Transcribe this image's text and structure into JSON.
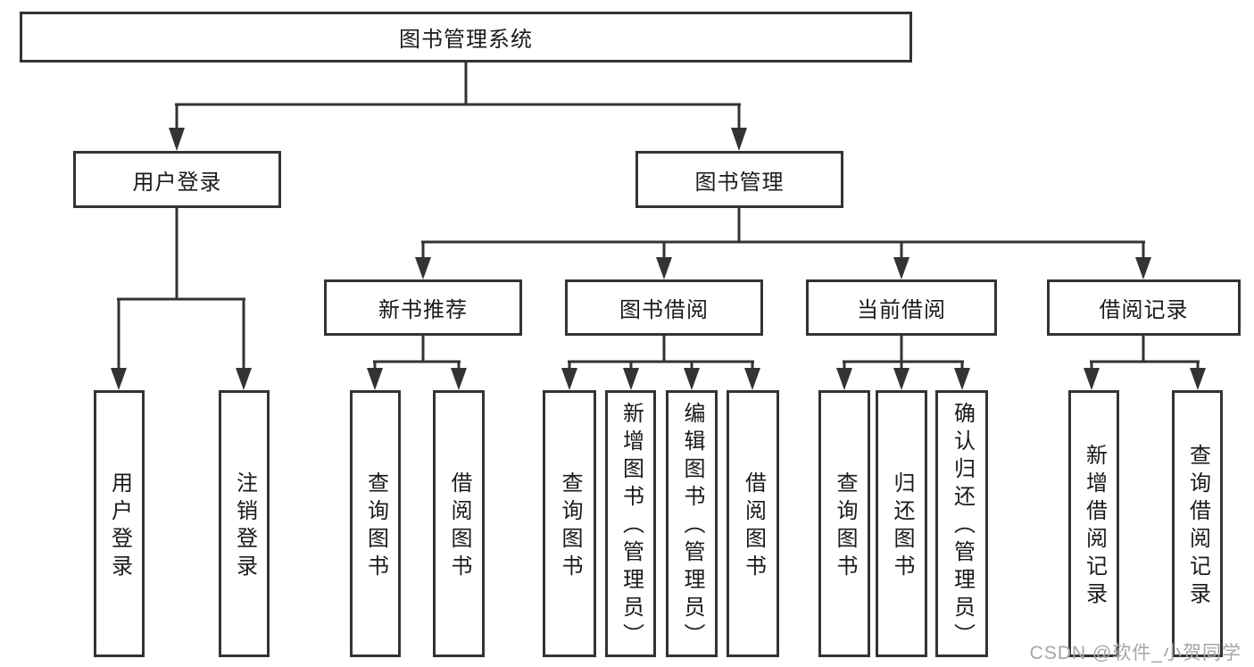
{
  "tree": {
    "root": {
      "label": "图书管理系统"
    },
    "branches": [
      {
        "label": "用户登录",
        "children": [
          {
            "label": "用户登录"
          },
          {
            "label": "注销登录"
          }
        ]
      },
      {
        "label": "图书管理",
        "groups": [
          {
            "label": "新书推荐",
            "children": [
              {
                "label": "查询图书"
              },
              {
                "label": "借阅图书"
              }
            ]
          },
          {
            "label": "图书借阅",
            "children": [
              {
                "label": "查询图书"
              },
              {
                "label": "新增图书（管理员）"
              },
              {
                "label": "编辑图书（管理员）"
              },
              {
                "label": "借阅图书"
              }
            ]
          },
          {
            "label": "当前借阅",
            "children": [
              {
                "label": "查询图书"
              },
              {
                "label": "归还图书"
              },
              {
                "label": "确认归还（管理员）"
              }
            ]
          },
          {
            "label": "借阅记录",
            "children": [
              {
                "label": "新增借阅记录"
              },
              {
                "label": "查询借阅记录"
              }
            ]
          }
        ]
      }
    ]
  },
  "watermark": {
    "text": "CSDN @软件_小贺同学"
  },
  "colors": {
    "line": "#333333",
    "text": "#1a1a1a",
    "box_background": "#ffffff",
    "watermark": "#a6a6a6",
    "page_background": "#ffffff"
  }
}
